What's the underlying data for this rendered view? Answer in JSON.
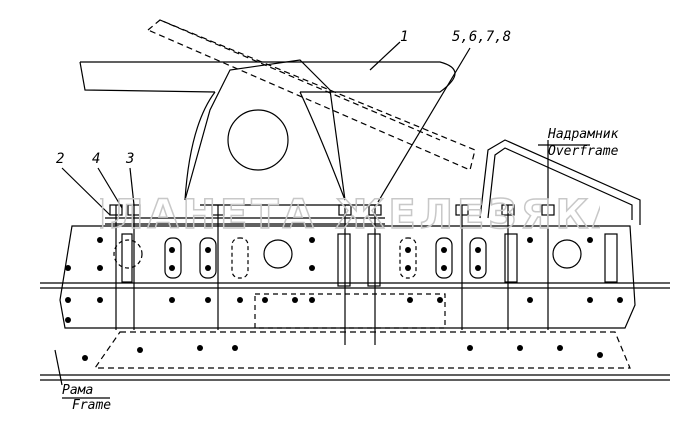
{
  "callouts": {
    "c1": "1",
    "c2": "2",
    "c3": "3",
    "c4": "4",
    "c5678": "5,6,7,8"
  },
  "labels": {
    "overframe_ru": "Надрамник",
    "overframe_en": "Overframe",
    "frame_ru": "Рама",
    "frame_en": "Frame"
  },
  "watermark": {
    "text": "ПЛАНЕТА ЖЕЛЕЗЯКА"
  },
  "colors": {
    "ink": "#000000",
    "watermark": "#c8c8c8"
  }
}
